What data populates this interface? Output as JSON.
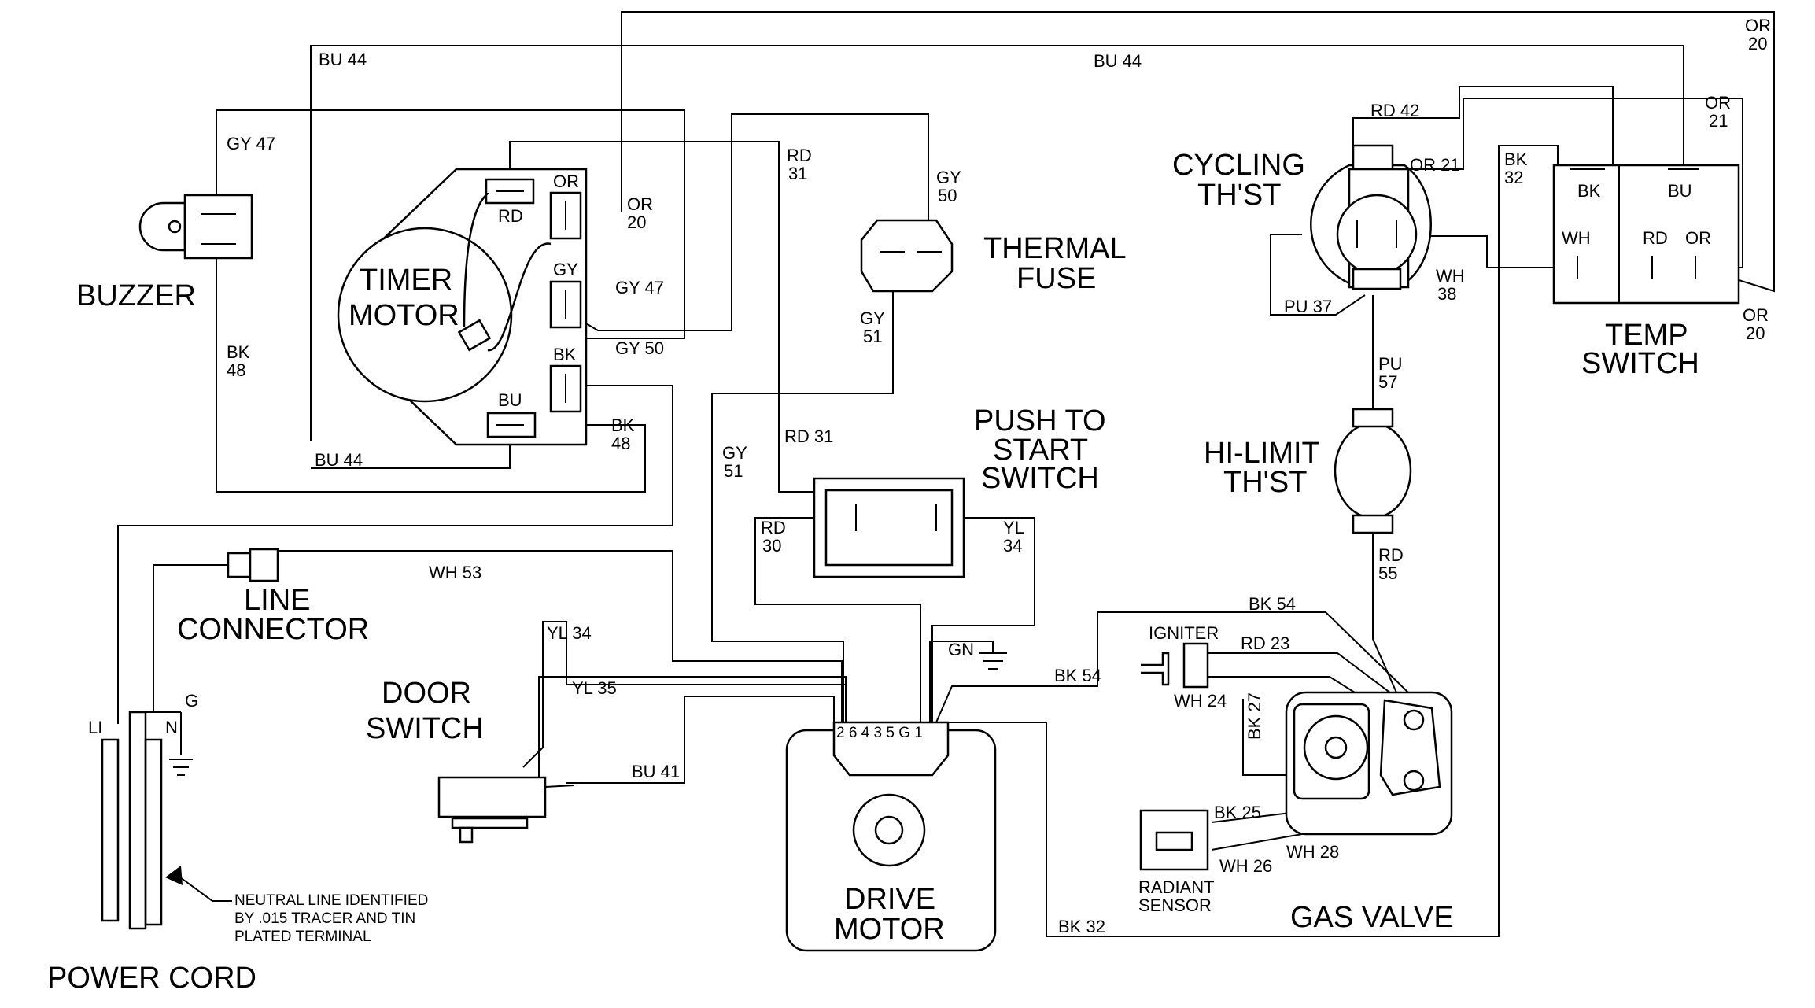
{
  "components": {
    "buzzer": "BUZZER",
    "timer_motor": [
      "TIMER",
      "MOTOR"
    ],
    "thermal_fuse": [
      "THERMAL",
      "FUSE"
    ],
    "cycling_thst": [
      "CYCLING",
      "TH'ST"
    ],
    "temp_switch": [
      "TEMP",
      "SWITCH"
    ],
    "push_to_start": [
      "PUSH TO",
      "START",
      "SWITCH"
    ],
    "hi_limit": [
      "HI-LIMIT",
      "TH'ST"
    ],
    "line_connector": [
      "LINE",
      "CONNECTOR"
    ],
    "door_switch": [
      "DOOR",
      "SWITCH"
    ],
    "drive_motor": [
      "DRIVE",
      "MOTOR"
    ],
    "gas_valve": "GAS VALVE",
    "igniter": "IGNITER",
    "radiant_sensor": [
      "RADIANT",
      "SENSOR"
    ],
    "power_cord": "POWER CORD"
  },
  "power_cord": {
    "terminals": [
      "LI",
      "N",
      "G"
    ],
    "note": [
      "NEUTRAL LINE IDENTIFIED",
      "BY .015 TRACER AND TIN",
      "PLATED TERMINAL"
    ]
  },
  "terminals": {
    "timer": [
      "RD",
      "OR",
      "GY",
      "BK",
      "BU"
    ],
    "temp_switch": [
      "BK",
      "BU",
      "WH",
      "RD",
      "OR"
    ],
    "drive_motor": "2 6 4 3 5 G 1"
  },
  "wires": {
    "bu44": "BU 44",
    "gy47": "GY 47",
    "bk48": [
      "BK",
      "48"
    ],
    "or20": [
      "OR",
      "20"
    ],
    "rd31": [
      "RD",
      "31"
    ],
    "rd31_inline": "RD 31",
    "gy50": [
      "GY",
      "50"
    ],
    "gy50_inline": "GY 50",
    "gy51": [
      "GY",
      "51"
    ],
    "rd42": "RD 42",
    "or21_inline": "OR 21",
    "or21": [
      "OR",
      "21"
    ],
    "bk32": [
      "BK",
      "32"
    ],
    "bk32_inline": "BK 32",
    "wh38": [
      "WH",
      "38"
    ],
    "pu37": "PU 37",
    "pu57": [
      "PU",
      "57"
    ],
    "rd55": [
      "RD",
      "55"
    ],
    "rd30": [
      "RD",
      "30"
    ],
    "yl34": [
      "YL",
      "34"
    ],
    "yl34_inline": "YL 34",
    "yl35": "YL 35",
    "wh53": "WH 53",
    "bu41": "BU 41",
    "gn": "GN",
    "bk54": "BK 54",
    "rd23": "RD 23",
    "wh24": "WH 24",
    "bk27": "BK 27",
    "bk25": "BK 25",
    "wh26": "WH 26",
    "wh28": "WH 28"
  }
}
